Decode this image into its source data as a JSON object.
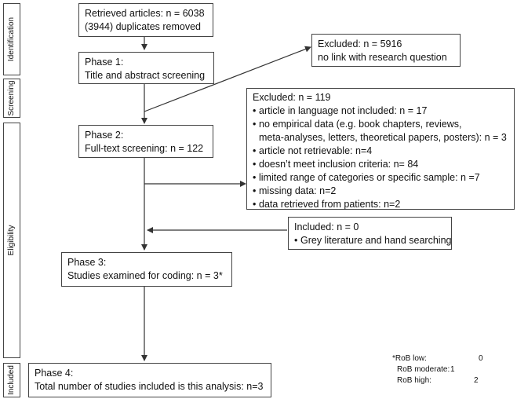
{
  "stages": {
    "identification": "Identification",
    "screening": "Screening",
    "eligibility": "Eligibility",
    "included": "Included"
  },
  "boxes": {
    "retrieved": {
      "line1": "Retrieved articles: n = 6038",
      "line2": "(3944) duplicates removed"
    },
    "phase1": {
      "line1": "Phase 1:",
      "line2": "Title and abstract screening"
    },
    "excluded1": {
      "line1": "Excluded: n = 5916",
      "line2": "no link with research question"
    },
    "excluded2": {
      "title": "Excluded: n = 119",
      "items": [
        "article in language not included: n = 17",
        "no empirical data (e.g. book chapters, reviews,",
        "article not retrievable: n=4",
        "doesn’t meet inclusion criteria: n= 84",
        "limited range of categories or specific sample: n =7",
        "missing data: n=2",
        "data retrieved from patients: n=2"
      ],
      "item2_cont": "meta-analyses, letters, theoretical papers, posters): n = 3"
    },
    "phase2": {
      "line1": "Phase 2:",
      "line2": "Full-text screening: n = 122"
    },
    "included0": {
      "line1": "Included: n = 0",
      "item": "Grey literature and hand searching"
    },
    "phase3": {
      "line1": "Phase 3:",
      "line2": "Studies examined for coding: n = 3*"
    },
    "phase4": {
      "line1": "Phase 4:",
      "line2": "Total number of studies included is this analysis: n=3"
    }
  },
  "rob_note": {
    "rows": [
      {
        "label": "*RoB low:",
        "value": "0"
      },
      {
        "label": "RoB moderate:",
        "value": "1"
      },
      {
        "label": "RoB high:",
        "value": "2"
      }
    ]
  },
  "colors": {
    "line": "#333333",
    "border": "#444444"
  }
}
